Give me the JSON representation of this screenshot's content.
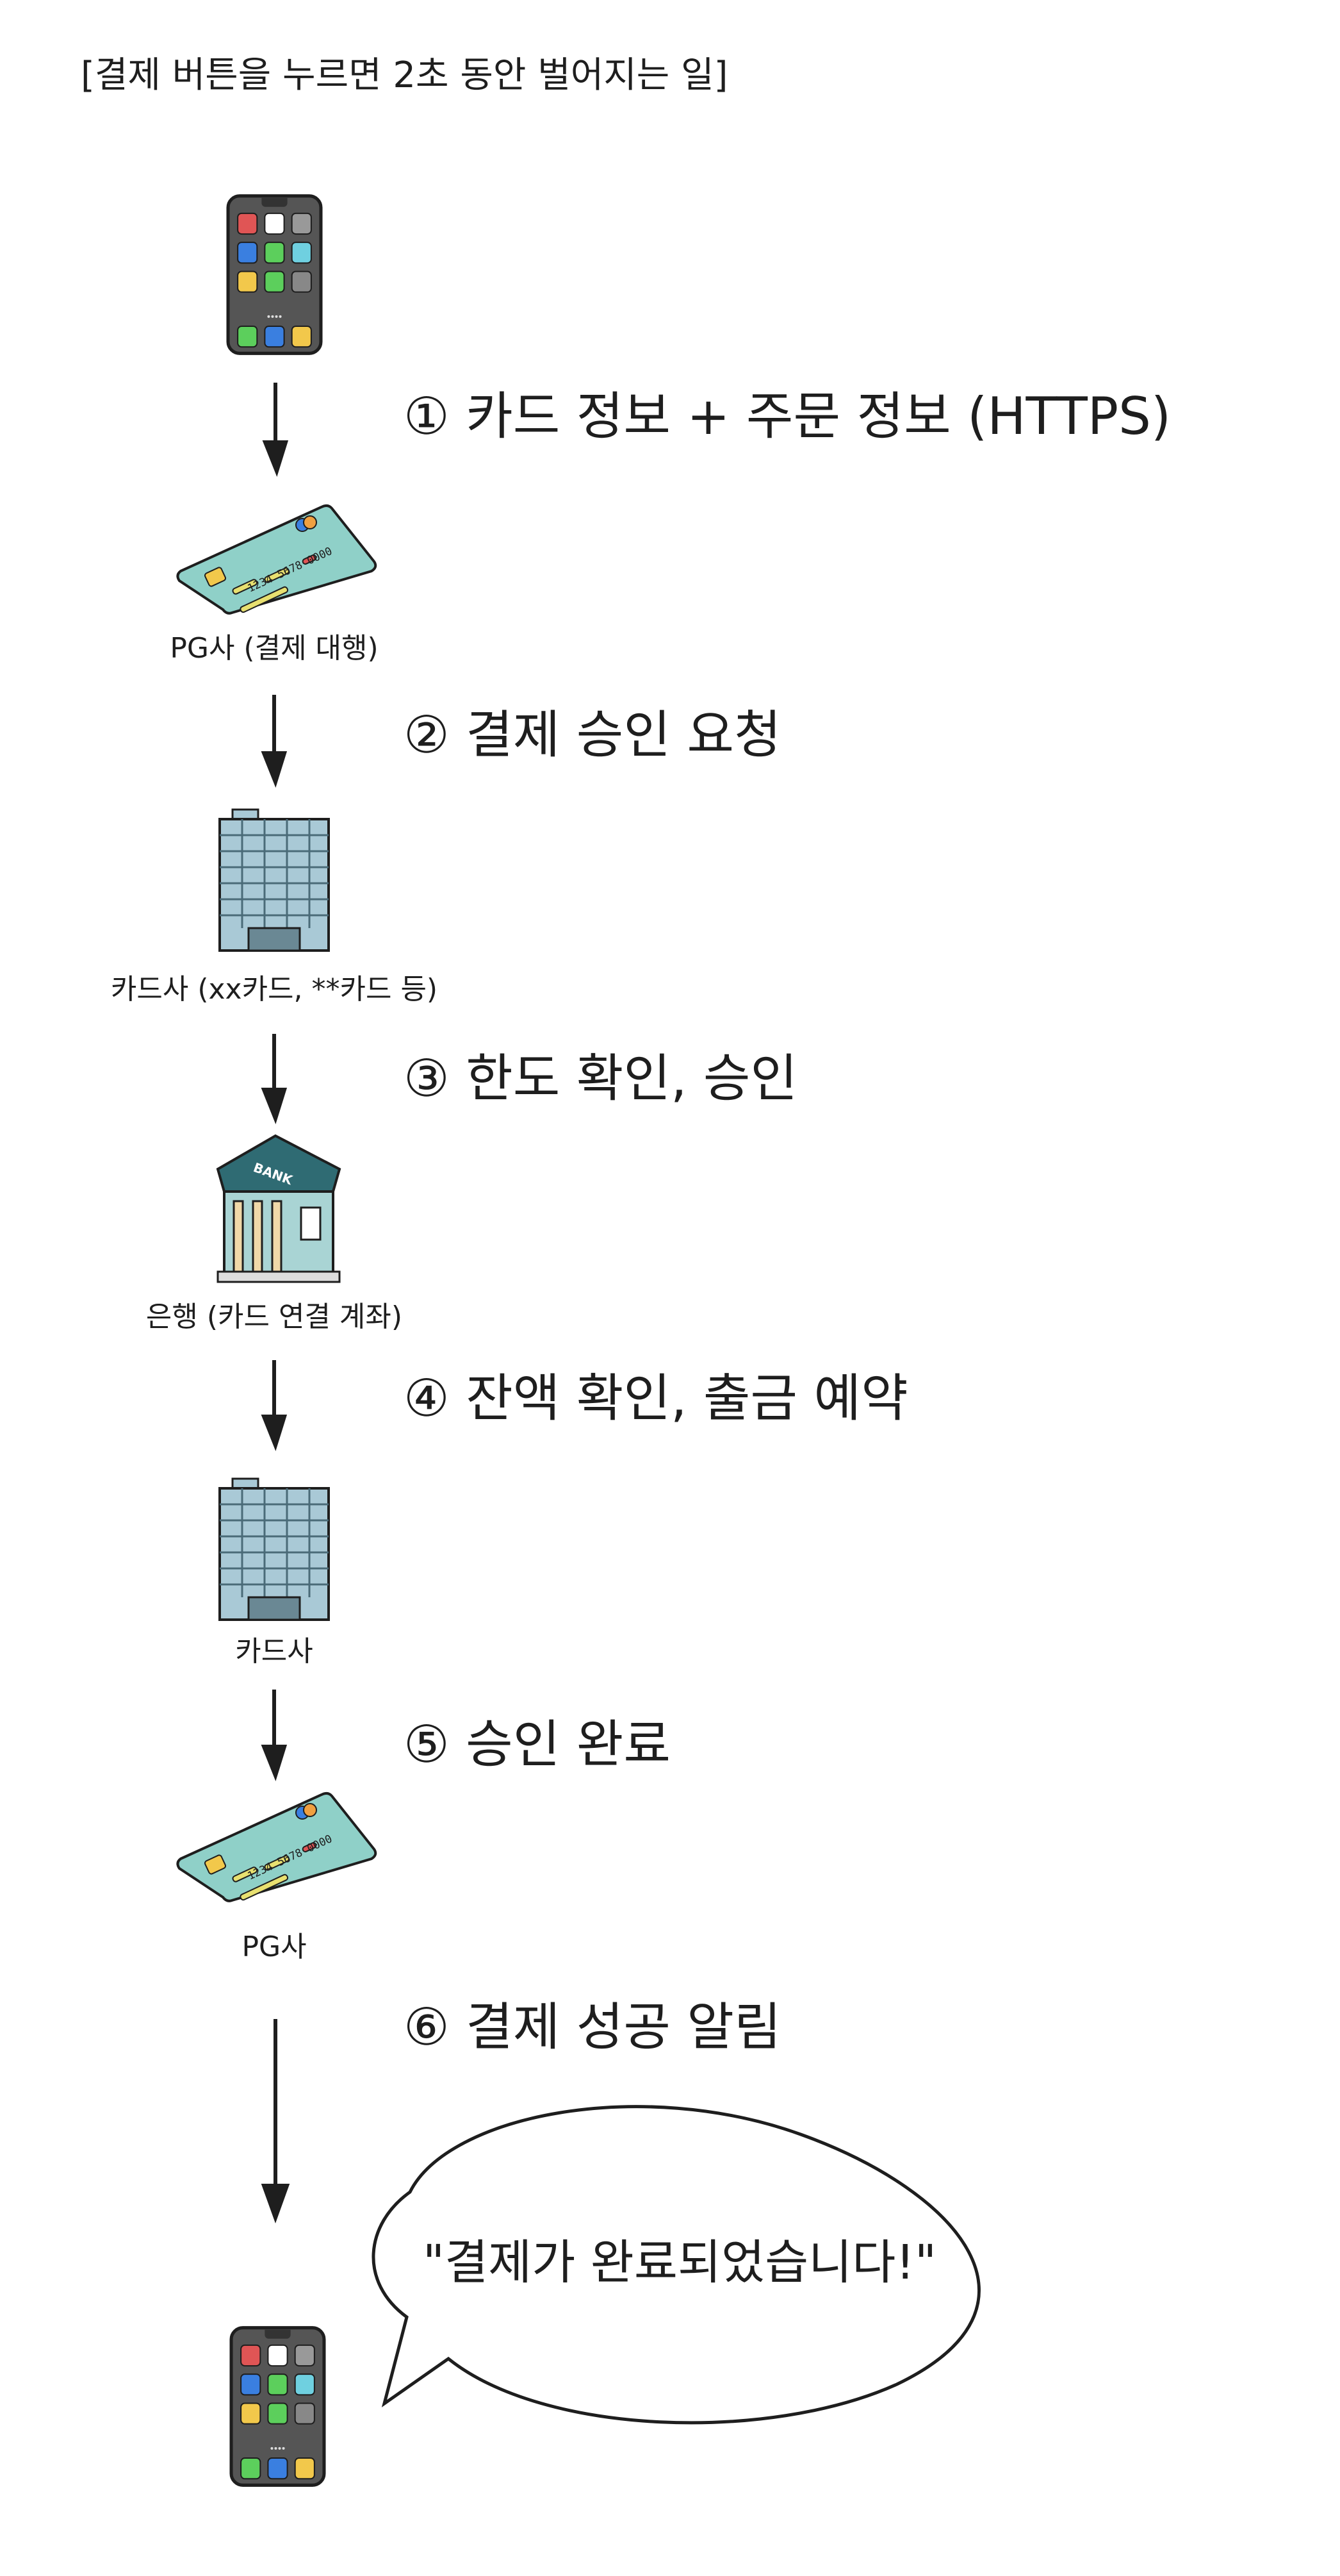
{
  "title": "[결제 버튼을 누르면 2초 동안 벌어지는 일]",
  "steps": [
    {
      "label": "① 카드 정보 + 주문 정보 (HTTPS)"
    },
    {
      "label": "② 결제 승인 요청"
    },
    {
      "label": "③ 한도 확인, 승인"
    },
    {
      "label": "④ 잔액 확인, 출금 예약"
    },
    {
      "label": "⑤ 승인 완료"
    },
    {
      "label": "⑥ 결제 성공 알림"
    }
  ],
  "nodes": [
    {
      "icon": "smartphone-icon"
    },
    {
      "icon": "credit-card-icon",
      "label": "PG사 (결제 대행)",
      "card_number": "1234 5678 0000"
    },
    {
      "icon": "office-building-icon",
      "label": "카드사 (xx카드, **카드 등)"
    },
    {
      "icon": "bank-icon",
      "label": "은행 (카드 연결 계좌)",
      "sign": "BANK"
    },
    {
      "icon": "office-building-icon",
      "label": "카드사"
    },
    {
      "icon": "credit-card-icon",
      "label": "PG사",
      "card_number": "1234 5678 0000"
    },
    {
      "icon": "smartphone-icon"
    }
  ],
  "bubble": {
    "text": "\"결제가 완료되었습니다!\""
  },
  "colors": {
    "card": "#8fd0c8",
    "building": "#a9c9d6",
    "bank_roof": "#2f6b73",
    "phone": "#4a4a4a",
    "ink": "#1e1e1e"
  }
}
